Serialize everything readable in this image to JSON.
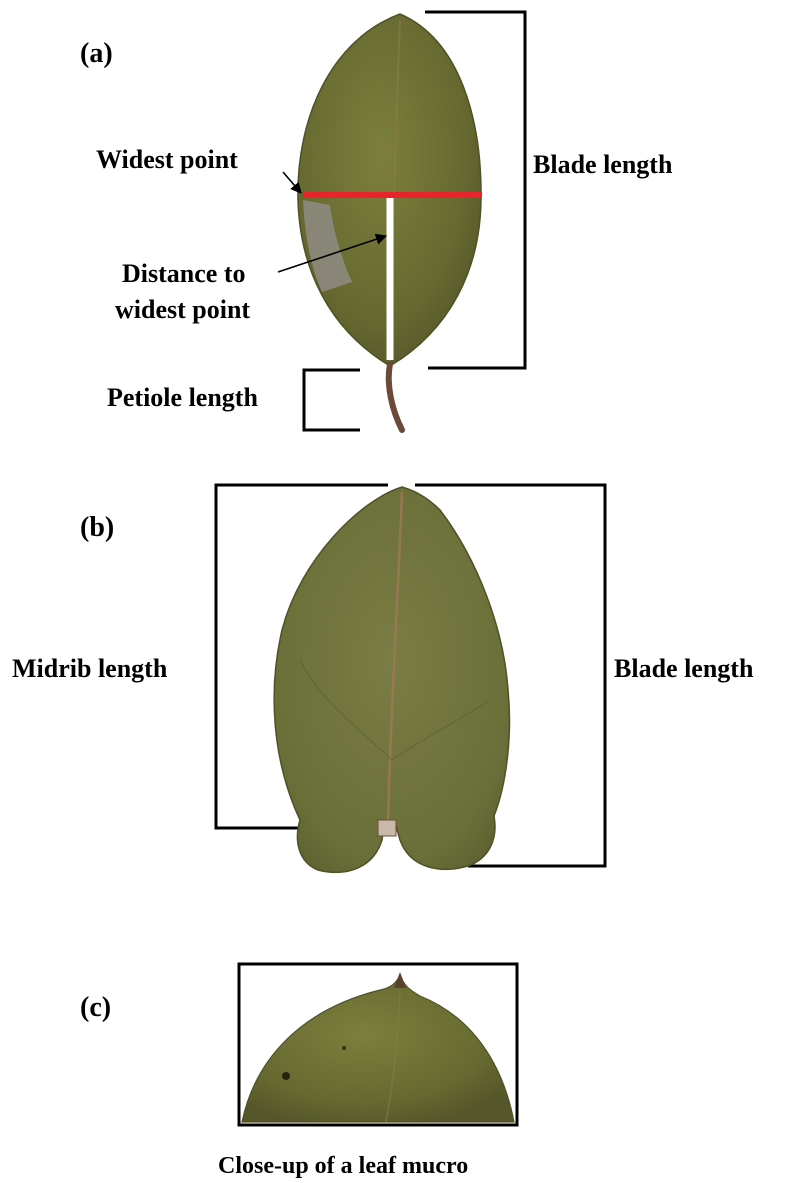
{
  "panel_a": {
    "panel_label": "(a)",
    "widest_point_label": "Widest point",
    "distance_label_line1": "Distance to",
    "distance_label_line2": "widest point",
    "blade_length_label": "Blade length",
    "petiole_length_label": "Petiole length",
    "widest_line_color": "#e8242a",
    "distance_line_color": "#ffffff"
  },
  "panel_b": {
    "panel_label": "(b)",
    "midrib_length_label": "Midrib length",
    "blade_length_label": "Blade length"
  },
  "panel_c": {
    "panel_label": "(c)",
    "caption": "Close-up of a leaf mucro"
  },
  "colors": {
    "leaf_fill": "#6b6e34",
    "leaf_vein": "#8a7a48",
    "petiole": "#6b4a3a",
    "bracket": "#000000"
  }
}
